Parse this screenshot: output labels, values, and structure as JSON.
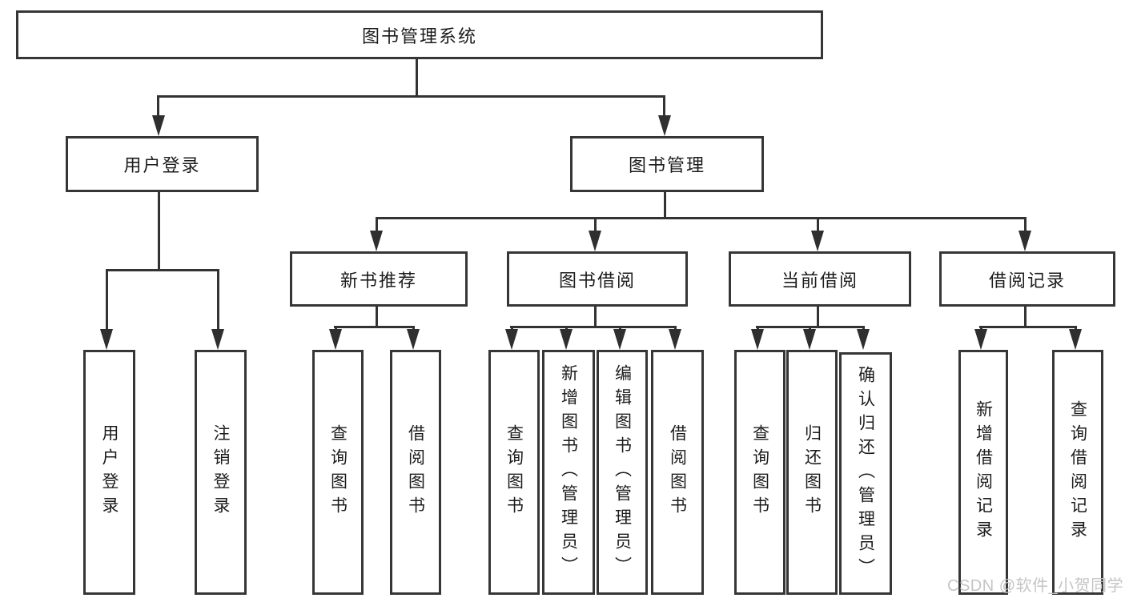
{
  "diagram_type": "hierarchy-tree",
  "colors": {
    "line": "#333333",
    "box_border": "#363636",
    "box_fill": "#ffffff",
    "text": "#1c1c1c",
    "watermark": "#c5c5c5",
    "background": "#ffffff"
  },
  "tree": {
    "label": "图书管理系统",
    "children": [
      {
        "label": "用户登录",
        "children": [
          {
            "label": "用户登录"
          },
          {
            "label": "注销登录"
          }
        ]
      },
      {
        "label": "图书管理",
        "children": [
          {
            "label": "新书推荐",
            "children": [
              {
                "label": "查询图书"
              },
              {
                "label": "借阅图书"
              }
            ]
          },
          {
            "label": "图书借阅",
            "children": [
              {
                "label": "查询图书"
              },
              {
                "label": "新增图书（管理员）"
              },
              {
                "label": "编辑图书（管理员）"
              },
              {
                "label": "借阅图书"
              }
            ]
          },
          {
            "label": "当前借阅",
            "children": [
              {
                "label": "查询图书"
              },
              {
                "label": "归还图书"
              },
              {
                "label": "确认归还（管理员）"
              }
            ]
          },
          {
            "label": "借阅记录",
            "children": [
              {
                "label": "新增借阅记录"
              },
              {
                "label": "查询借阅记录"
              }
            ]
          }
        ]
      }
    ]
  },
  "watermark": "CSDN @软件_小贺同学"
}
